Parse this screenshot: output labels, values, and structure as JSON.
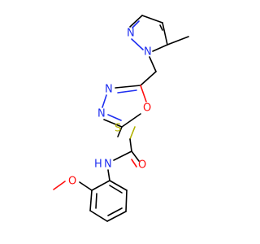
{
  "molecule": {
    "colors": {
      "carbon": "#000000",
      "nitrogen": "#1f2ff0",
      "oxygen": "#ff0d0d",
      "sulfur": "#b2b200"
    },
    "atom_labels": {
      "pyrazole_n2": "N",
      "pyrazole_n1": "N",
      "oxadiazole_n4": "N",
      "oxadiazole_n3": "N",
      "oxadiazole_o1": "O",
      "thioether_s": "S",
      "amide_o": "O",
      "amide_nh": "N",
      "amide_h": "H",
      "methoxy_o": "O"
    }
  }
}
